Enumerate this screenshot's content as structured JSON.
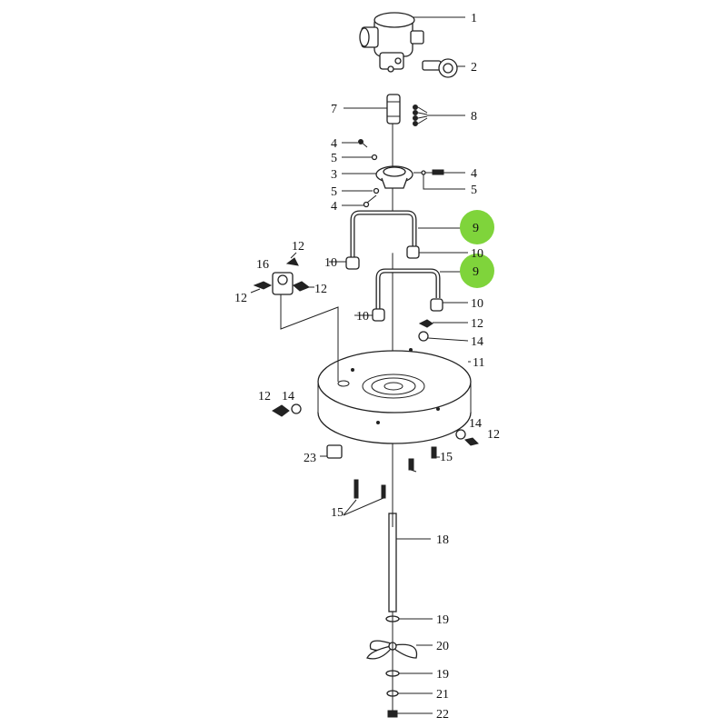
{
  "diagram": {
    "highlight_color": "#7fd43b",
    "callouts": [
      {
        "id": "c1",
        "text": "1"
      },
      {
        "id": "c2",
        "text": "2"
      },
      {
        "id": "c7",
        "text": "7"
      },
      {
        "id": "c8",
        "text": "8"
      },
      {
        "id": "c4a",
        "text": "4"
      },
      {
        "id": "c5a",
        "text": "5"
      },
      {
        "id": "c3",
        "text": "3"
      },
      {
        "id": "c4b",
        "text": "4"
      },
      {
        "id": "c5b",
        "text": "5"
      },
      {
        "id": "c5c",
        "text": "5"
      },
      {
        "id": "c4c",
        "text": "4"
      },
      {
        "id": "c9a",
        "text": "9"
      },
      {
        "id": "c10a",
        "text": "10"
      },
      {
        "id": "c10b",
        "text": "10"
      },
      {
        "id": "c9b",
        "text": "9"
      },
      {
        "id": "c12a",
        "text": "12"
      },
      {
        "id": "c16",
        "text": "16"
      },
      {
        "id": "c12b",
        "text": "12"
      },
      {
        "id": "c12c",
        "text": "12"
      },
      {
        "id": "c10c",
        "text": "10"
      },
      {
        "id": "c10d",
        "text": "10"
      },
      {
        "id": "c12d",
        "text": "12"
      },
      {
        "id": "c14a",
        "text": "14"
      },
      {
        "id": "c11",
        "text": "11"
      },
      {
        "id": "c12e",
        "text": "12"
      },
      {
        "id": "c14b",
        "text": "14"
      },
      {
        "id": "c14c",
        "text": "14"
      },
      {
        "id": "c12f",
        "text": "12"
      },
      {
        "id": "c23",
        "text": "23"
      },
      {
        "id": "c15a",
        "text": "15"
      },
      {
        "id": "c15b",
        "text": "15"
      },
      {
        "id": "c18",
        "text": "18"
      },
      {
        "id": "c19a",
        "text": "19"
      },
      {
        "id": "c20",
        "text": "20"
      },
      {
        "id": "c19b",
        "text": "19"
      },
      {
        "id": "c21",
        "text": "21"
      },
      {
        "id": "c22",
        "text": "22"
      }
    ]
  }
}
